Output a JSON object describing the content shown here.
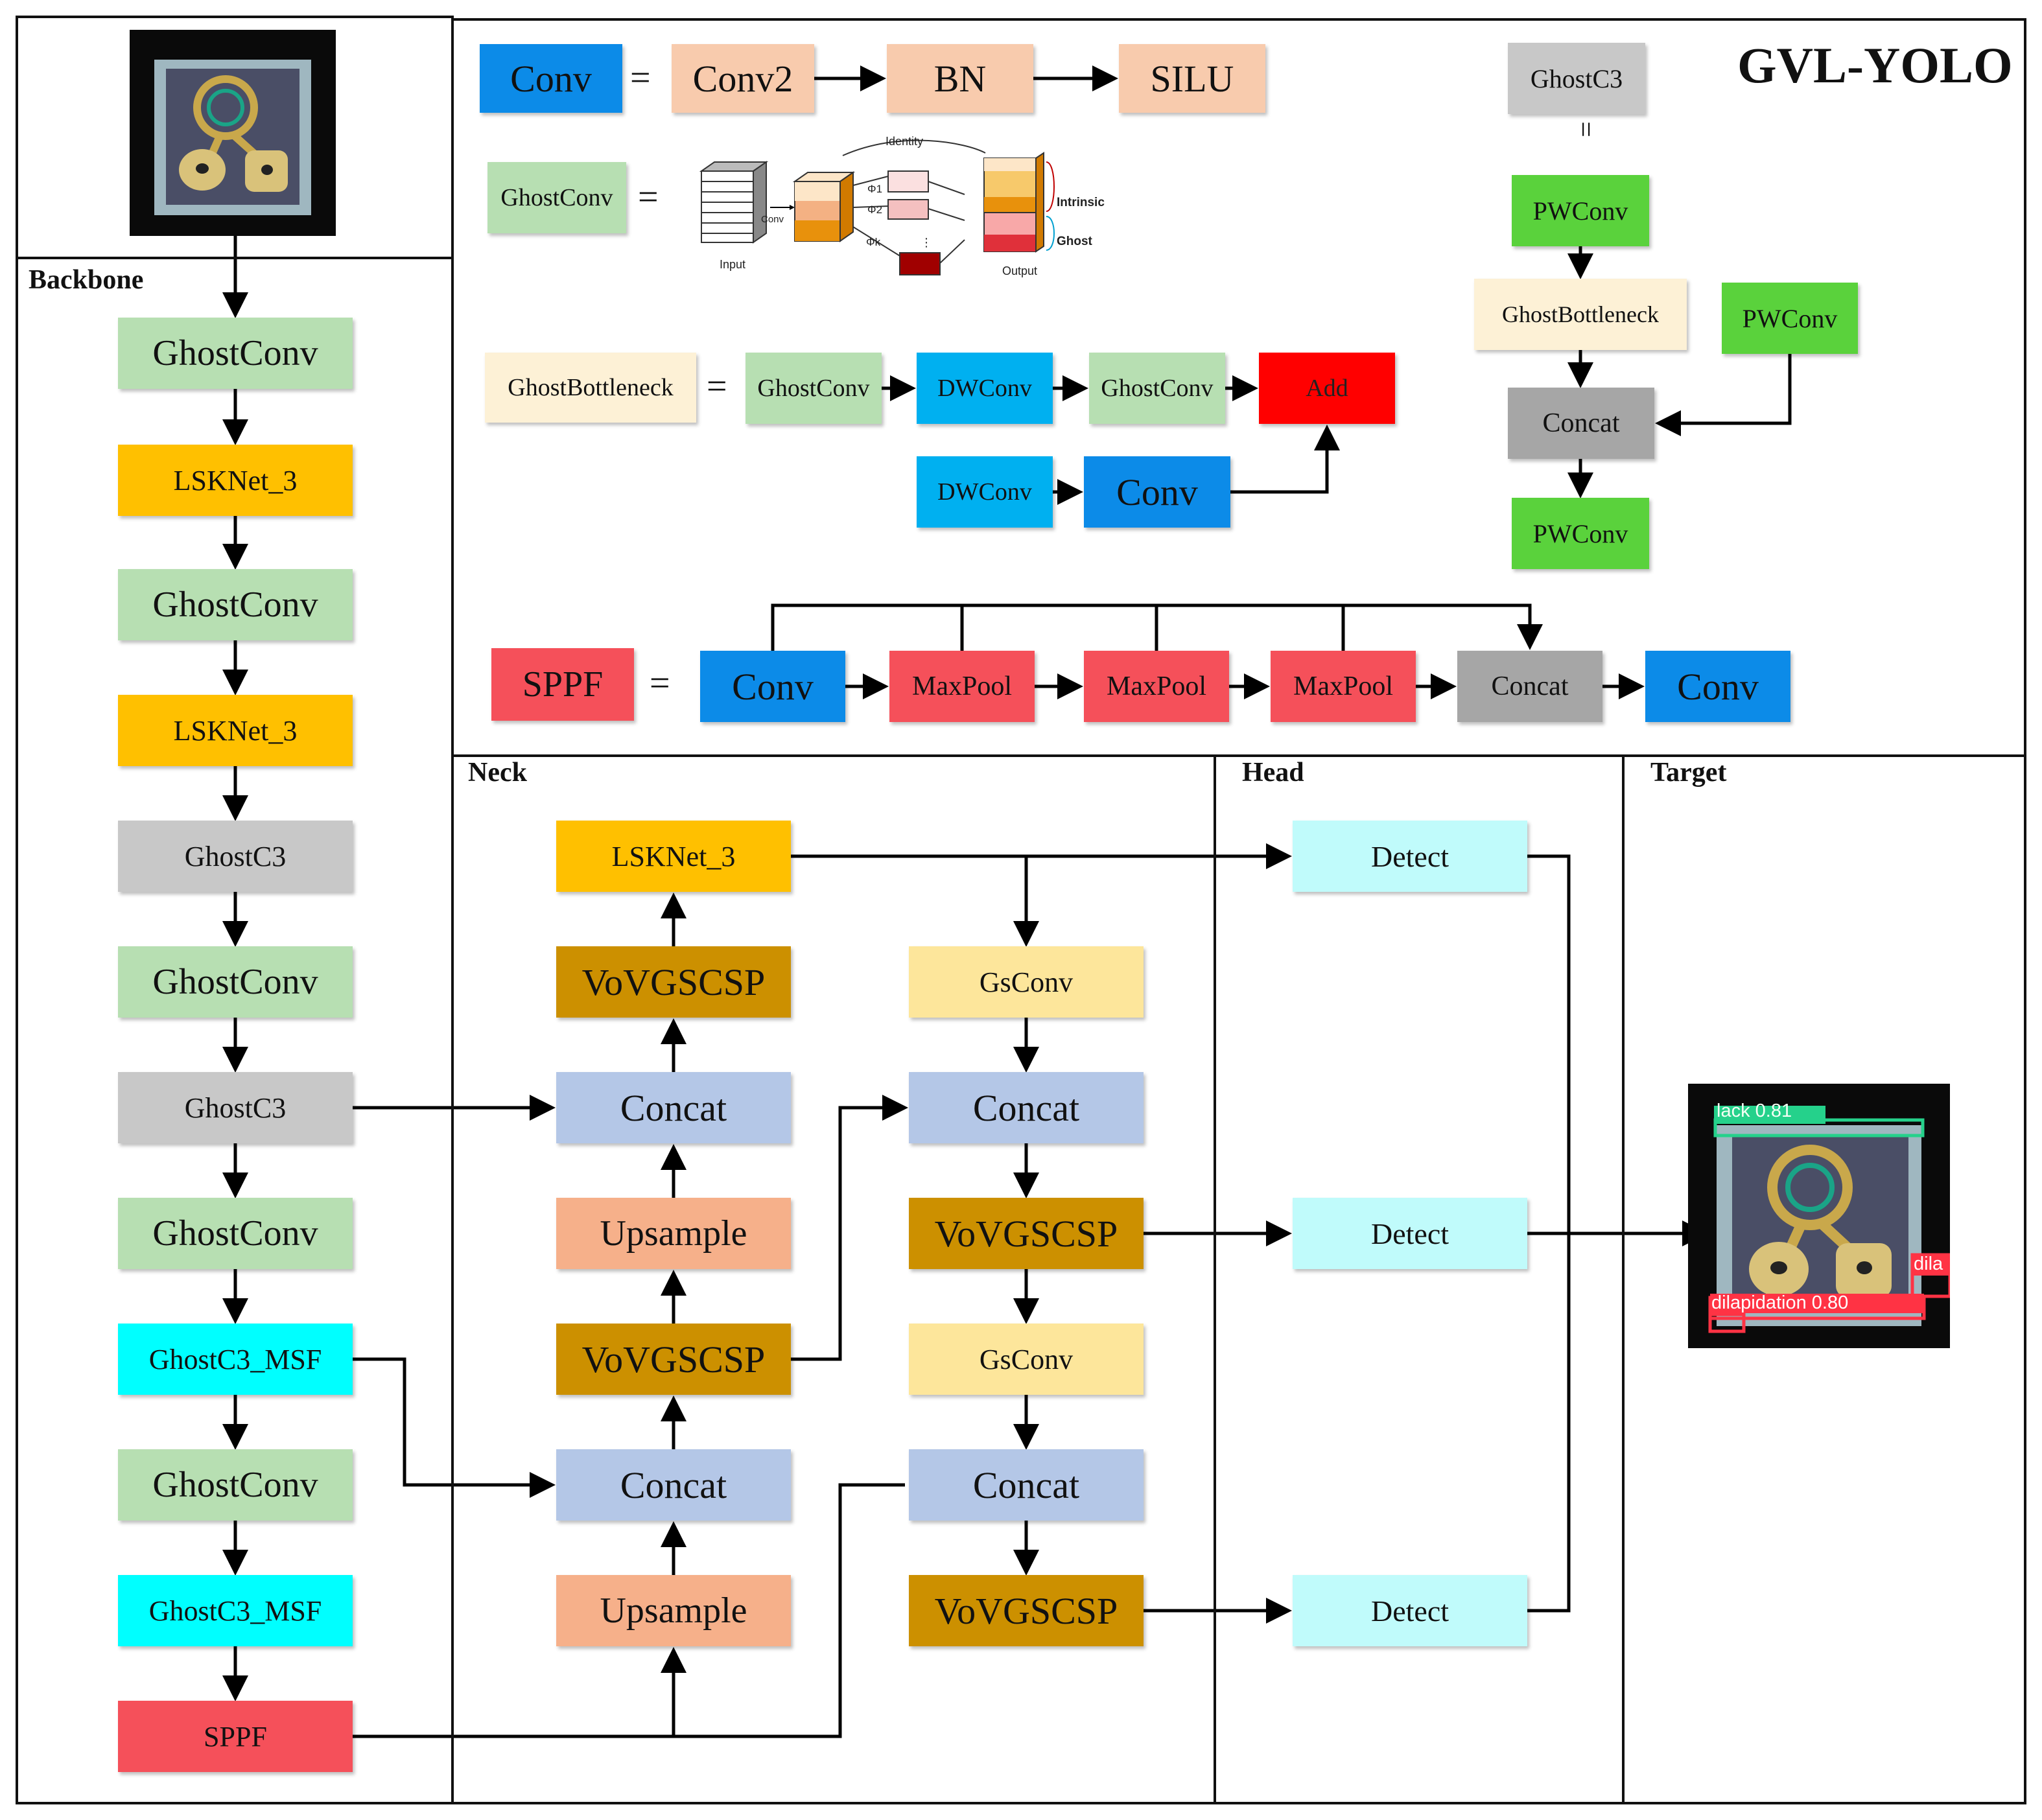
{
  "title": "GVL-YOLO",
  "sections": {
    "backbone": "Backbone",
    "neck": "Neck",
    "head": "Head",
    "target": "Target"
  },
  "legend": {
    "conv": {
      "lhs": "Conv",
      "rhs": [
        "Conv2",
        "BN",
        "SILU"
      ]
    },
    "ghostconv": {
      "lhs": "GhostConv",
      "figure_labels": [
        "Identity",
        "Input",
        "Conv",
        "Output",
        "Intrinsic",
        "Ghost",
        "Φ1",
        "Φ2",
        "Φk",
        "⋮"
      ]
    },
    "ghostbottleneck": {
      "lhs": "GhostBottleneck",
      "main": [
        "GhostConv",
        "DWConv",
        "GhostConv",
        "Add"
      ],
      "shortcut": [
        "DWConv",
        "Conv"
      ]
    },
    "sppf": {
      "lhs": "SPPF",
      "rhs": [
        "Conv",
        "MaxPool",
        "MaxPool",
        "MaxPool",
        "Concat",
        "Conv"
      ]
    },
    "ghostc3": {
      "lhs": "GhostC3",
      "equiv": "=",
      "blocks": [
        "PWConv",
        "GhostBottleneck",
        "PWConv",
        "Concat",
        "PWConv"
      ]
    }
  },
  "backbone": [
    "GhostConv",
    "LSKNet_3",
    "GhostConv",
    "LSKNet_3",
    "GhostC3",
    "GhostConv",
    "GhostC3",
    "GhostConv",
    "GhostC3_MSF",
    "GhostConv",
    "GhostC3_MSF",
    "SPPF"
  ],
  "neck": {
    "left": [
      "LSKNet_3",
      "VoVGSCSP",
      "Concat",
      "Upsample",
      "VoVGSCSP",
      "Concat",
      "Upsample"
    ],
    "right": [
      "GsConv",
      "Concat",
      "VoVGSCSP",
      "GsConv",
      "Concat",
      "VoVGSCSP"
    ]
  },
  "head": [
    "Detect",
    "Detect",
    "Detect"
  ],
  "target": {
    "detections": [
      "lack 0.81",
      "dilapidation 0.80",
      "dila"
    ]
  },
  "colors": {
    "conv": "#0c8be8",
    "conv_bn": "#f8cbad",
    "ghostconv": "#b7dfb2",
    "lsknet": "#ffc000",
    "ghostc3": "#c8c8c8",
    "ghostc3_msf": "#00ffff",
    "sppf": "#f5505a",
    "pwconv": "#5ad23c",
    "ghostbottleneck": "#fdf1d6",
    "dwconv": "#00b0f0",
    "add": "#ff0000",
    "concat_gray": "#a6a6a6",
    "maxpool": "#f5505a",
    "concat_blue": "#b4c7e7",
    "upsample": "#f6b08a",
    "vovgscsp": "#cc9000",
    "gsconv": "#fde69b",
    "detect": "#c0fbfb"
  }
}
